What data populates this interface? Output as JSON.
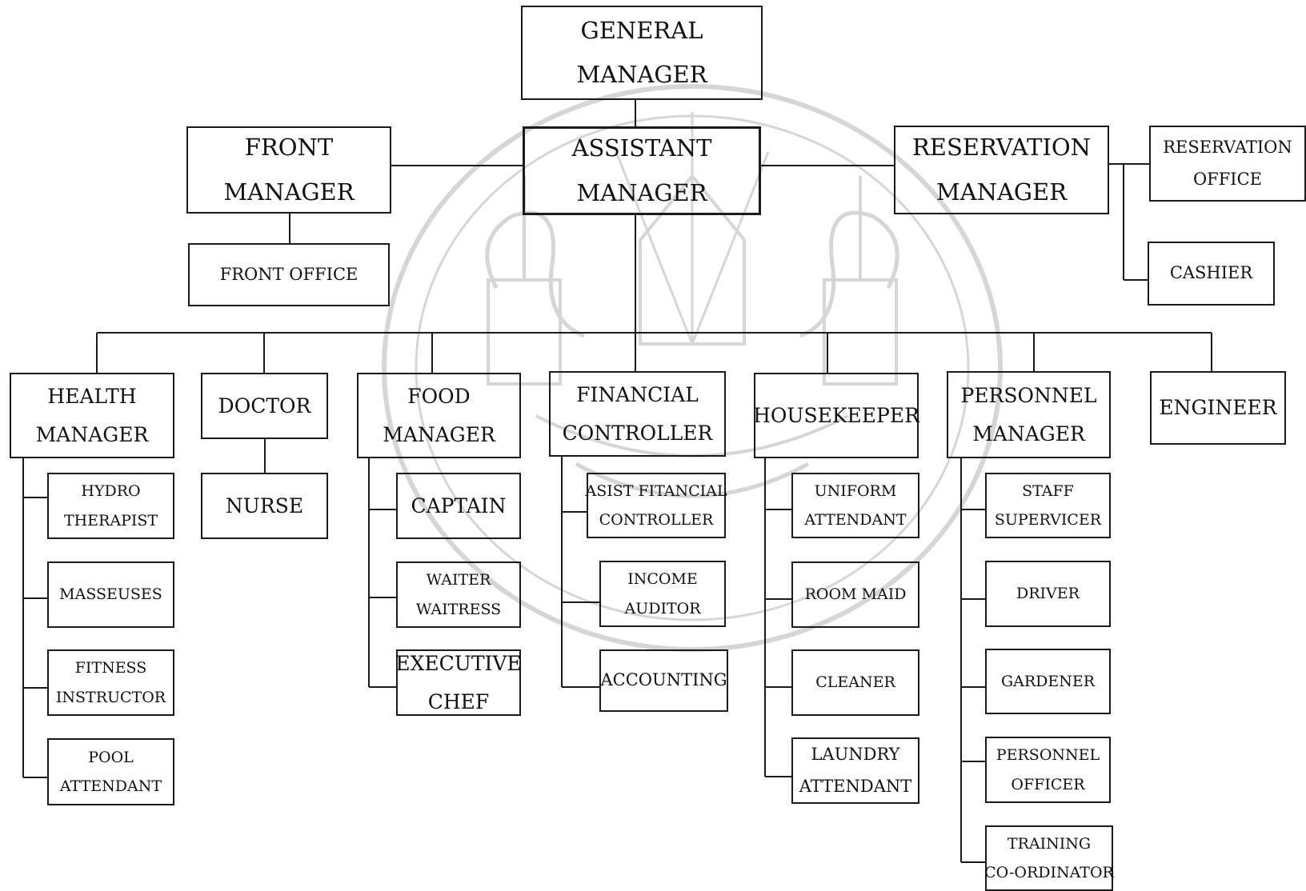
{
  "watermark": {
    "icon": "university-seal-icon"
  },
  "top": {
    "general_manager": [
      "GENERAL",
      "MANAGER"
    ],
    "assistant_manager": [
      "ASSISTANT",
      "MANAGER"
    ],
    "front_manager": [
      "FRONT",
      "MANAGER"
    ],
    "front_office": "FRONT OFFICE",
    "reservation_manager": [
      "RESERVATION",
      "MANAGER"
    ],
    "reservation_office": [
      "RESERVATION",
      "OFFICE"
    ],
    "cashier": "CASHIER"
  },
  "departments": {
    "health": {
      "head": [
        "HEALTH",
        "MANAGER"
      ],
      "staff": [
        [
          "HYDRO",
          "THERAPIST"
        ],
        [
          "MASSEUSES"
        ],
        [
          "FITNESS",
          "INSTRUCTOR"
        ],
        [
          "POOL",
          "ATTENDANT"
        ]
      ]
    },
    "doctor": {
      "head": [
        "DOCTOR"
      ],
      "staff": [
        [
          "NURSE"
        ]
      ]
    },
    "food": {
      "head": [
        "FOOD",
        "MANAGER"
      ],
      "staff": [
        [
          "CAPTAIN"
        ],
        [
          "WAITER",
          "WAITRESS"
        ],
        [
          "EXECUTIVE",
          "CHEF"
        ]
      ]
    },
    "financial": {
      "head": [
        "FINANCIAL",
        "CONTROLLER"
      ],
      "staff": [
        [
          "ASIST FITANCIAL",
          "CONTROLLER"
        ],
        [
          "INCOME",
          "AUDITOR"
        ],
        [
          "ACCOUNTING"
        ]
      ]
    },
    "housekeeper": {
      "head": [
        "HOUSEKEEPER"
      ],
      "staff": [
        [
          "UNIFORM",
          "ATTENDANT"
        ],
        [
          "ROOM MAID"
        ],
        [
          "CLEANER"
        ],
        [
          "LAUNDRY",
          "ATTENDANT"
        ]
      ]
    },
    "personnel": {
      "head": [
        "PERSONNEL",
        "MANAGER"
      ],
      "staff": [
        [
          "STAFF",
          "SUPERVICER"
        ],
        [
          "DRIVER"
        ],
        [
          "GARDENER"
        ],
        [
          "PERSONNEL",
          "OFFICER"
        ],
        [
          "TRAINING",
          "CO-ORDINATOR"
        ]
      ]
    },
    "engineer": {
      "head": [
        "ENGINEER"
      ]
    }
  }
}
